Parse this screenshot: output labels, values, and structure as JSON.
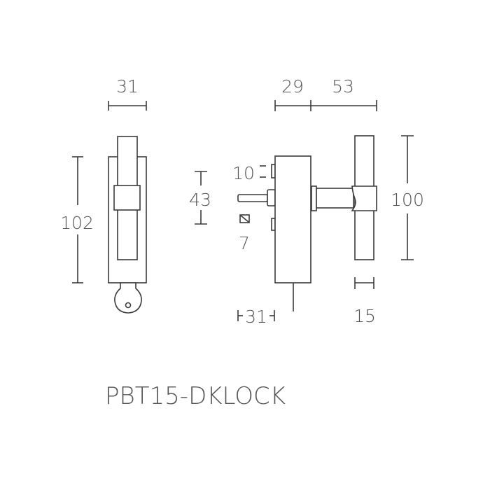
{
  "product_code": "PBT15-DKLOCK",
  "front_view": {
    "width_dim": "31",
    "height_dim": "102"
  },
  "side_view": {
    "rose_depth_dim": "29",
    "projection_dim": "53",
    "handle_height_dim": "100",
    "grip_width_dim": "15",
    "spindle_offset_dim": "43",
    "tab_dim": "10",
    "spindle_square_dim": "7",
    "base_width_dim": "31"
  }
}
